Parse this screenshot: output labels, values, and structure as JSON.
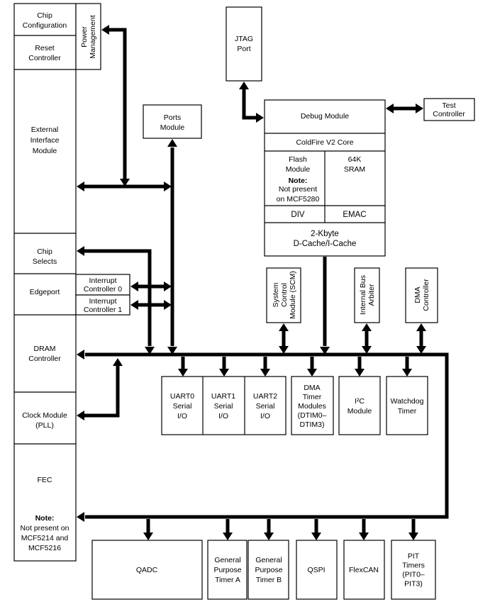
{
  "blocks": {
    "chip_config": [
      "Chip",
      "Configuration"
    ],
    "power_mgmt": [
      "Power",
      "Management"
    ],
    "reset": [
      "Reset",
      "Controller"
    ],
    "eim": [
      "External",
      "Interface",
      "Module"
    ],
    "chip_selects": [
      "Chip",
      "Selects"
    ],
    "edgeport": [
      "Edgeport"
    ],
    "intc0": [
      "Interrupt",
      "Controller 0"
    ],
    "intc1": [
      "Interrupt",
      "Controller 1"
    ],
    "dram": [
      "DRAM",
      "Controller"
    ],
    "clock": [
      "Clock Module",
      "(PLL)"
    ],
    "fec": [
      "FEC"
    ],
    "fec_note_title": "Note:",
    "fec_note": [
      "Not present on",
      "MCF5214 and",
      "MCF5216"
    ],
    "ports": [
      "Ports",
      "Module"
    ],
    "jtag": [
      "JTAG",
      "Port"
    ],
    "debug": [
      "Debug Module"
    ],
    "test": [
      "Test",
      "Controller"
    ],
    "core": [
      "ColdFire V2 Core"
    ],
    "flash": [
      "Flash",
      "Module"
    ],
    "flash_note_title": "Note:",
    "flash_note": [
      "Not present",
      "on MCF5280"
    ],
    "sram": [
      "64K",
      "SRAM"
    ],
    "div": [
      "DIV"
    ],
    "emac": [
      "EMAC"
    ],
    "cache": [
      "2-Kbyte",
      "D-Cache/I-Cache"
    ],
    "scm": [
      "System",
      "Control",
      "Module (SCM)"
    ],
    "arbiter": [
      "Internal Bus",
      "Arbiter"
    ],
    "dma_ctrl": [
      "DMA",
      "Controller"
    ],
    "uart0": [
      "UART0",
      "Serial",
      "I/O"
    ],
    "uart1": [
      "UART1",
      "Serial",
      "I/O"
    ],
    "uart2": [
      "UART2",
      "Serial",
      "I/O"
    ],
    "dma_timer": [
      "DMA",
      "Timer",
      "Modules",
      "(DTIM0–",
      "DTIM3)"
    ],
    "i2c": [
      "I²C",
      "Module"
    ],
    "watchdog": [
      "Watchdog",
      "Timer"
    ],
    "qadc": [
      "QADC"
    ],
    "gpta": [
      "General",
      "Purpose",
      "Timer A"
    ],
    "gptb": [
      "General",
      "Purpose",
      "Timer B"
    ],
    "qspi": [
      "QSPI"
    ],
    "flexcan": [
      "FlexCAN"
    ],
    "pit": [
      "PIT",
      "Timers",
      "(PIT0–",
      "PIT3)"
    ]
  },
  "colors": {
    "line": "#000000",
    "background": "#ffffff"
  }
}
